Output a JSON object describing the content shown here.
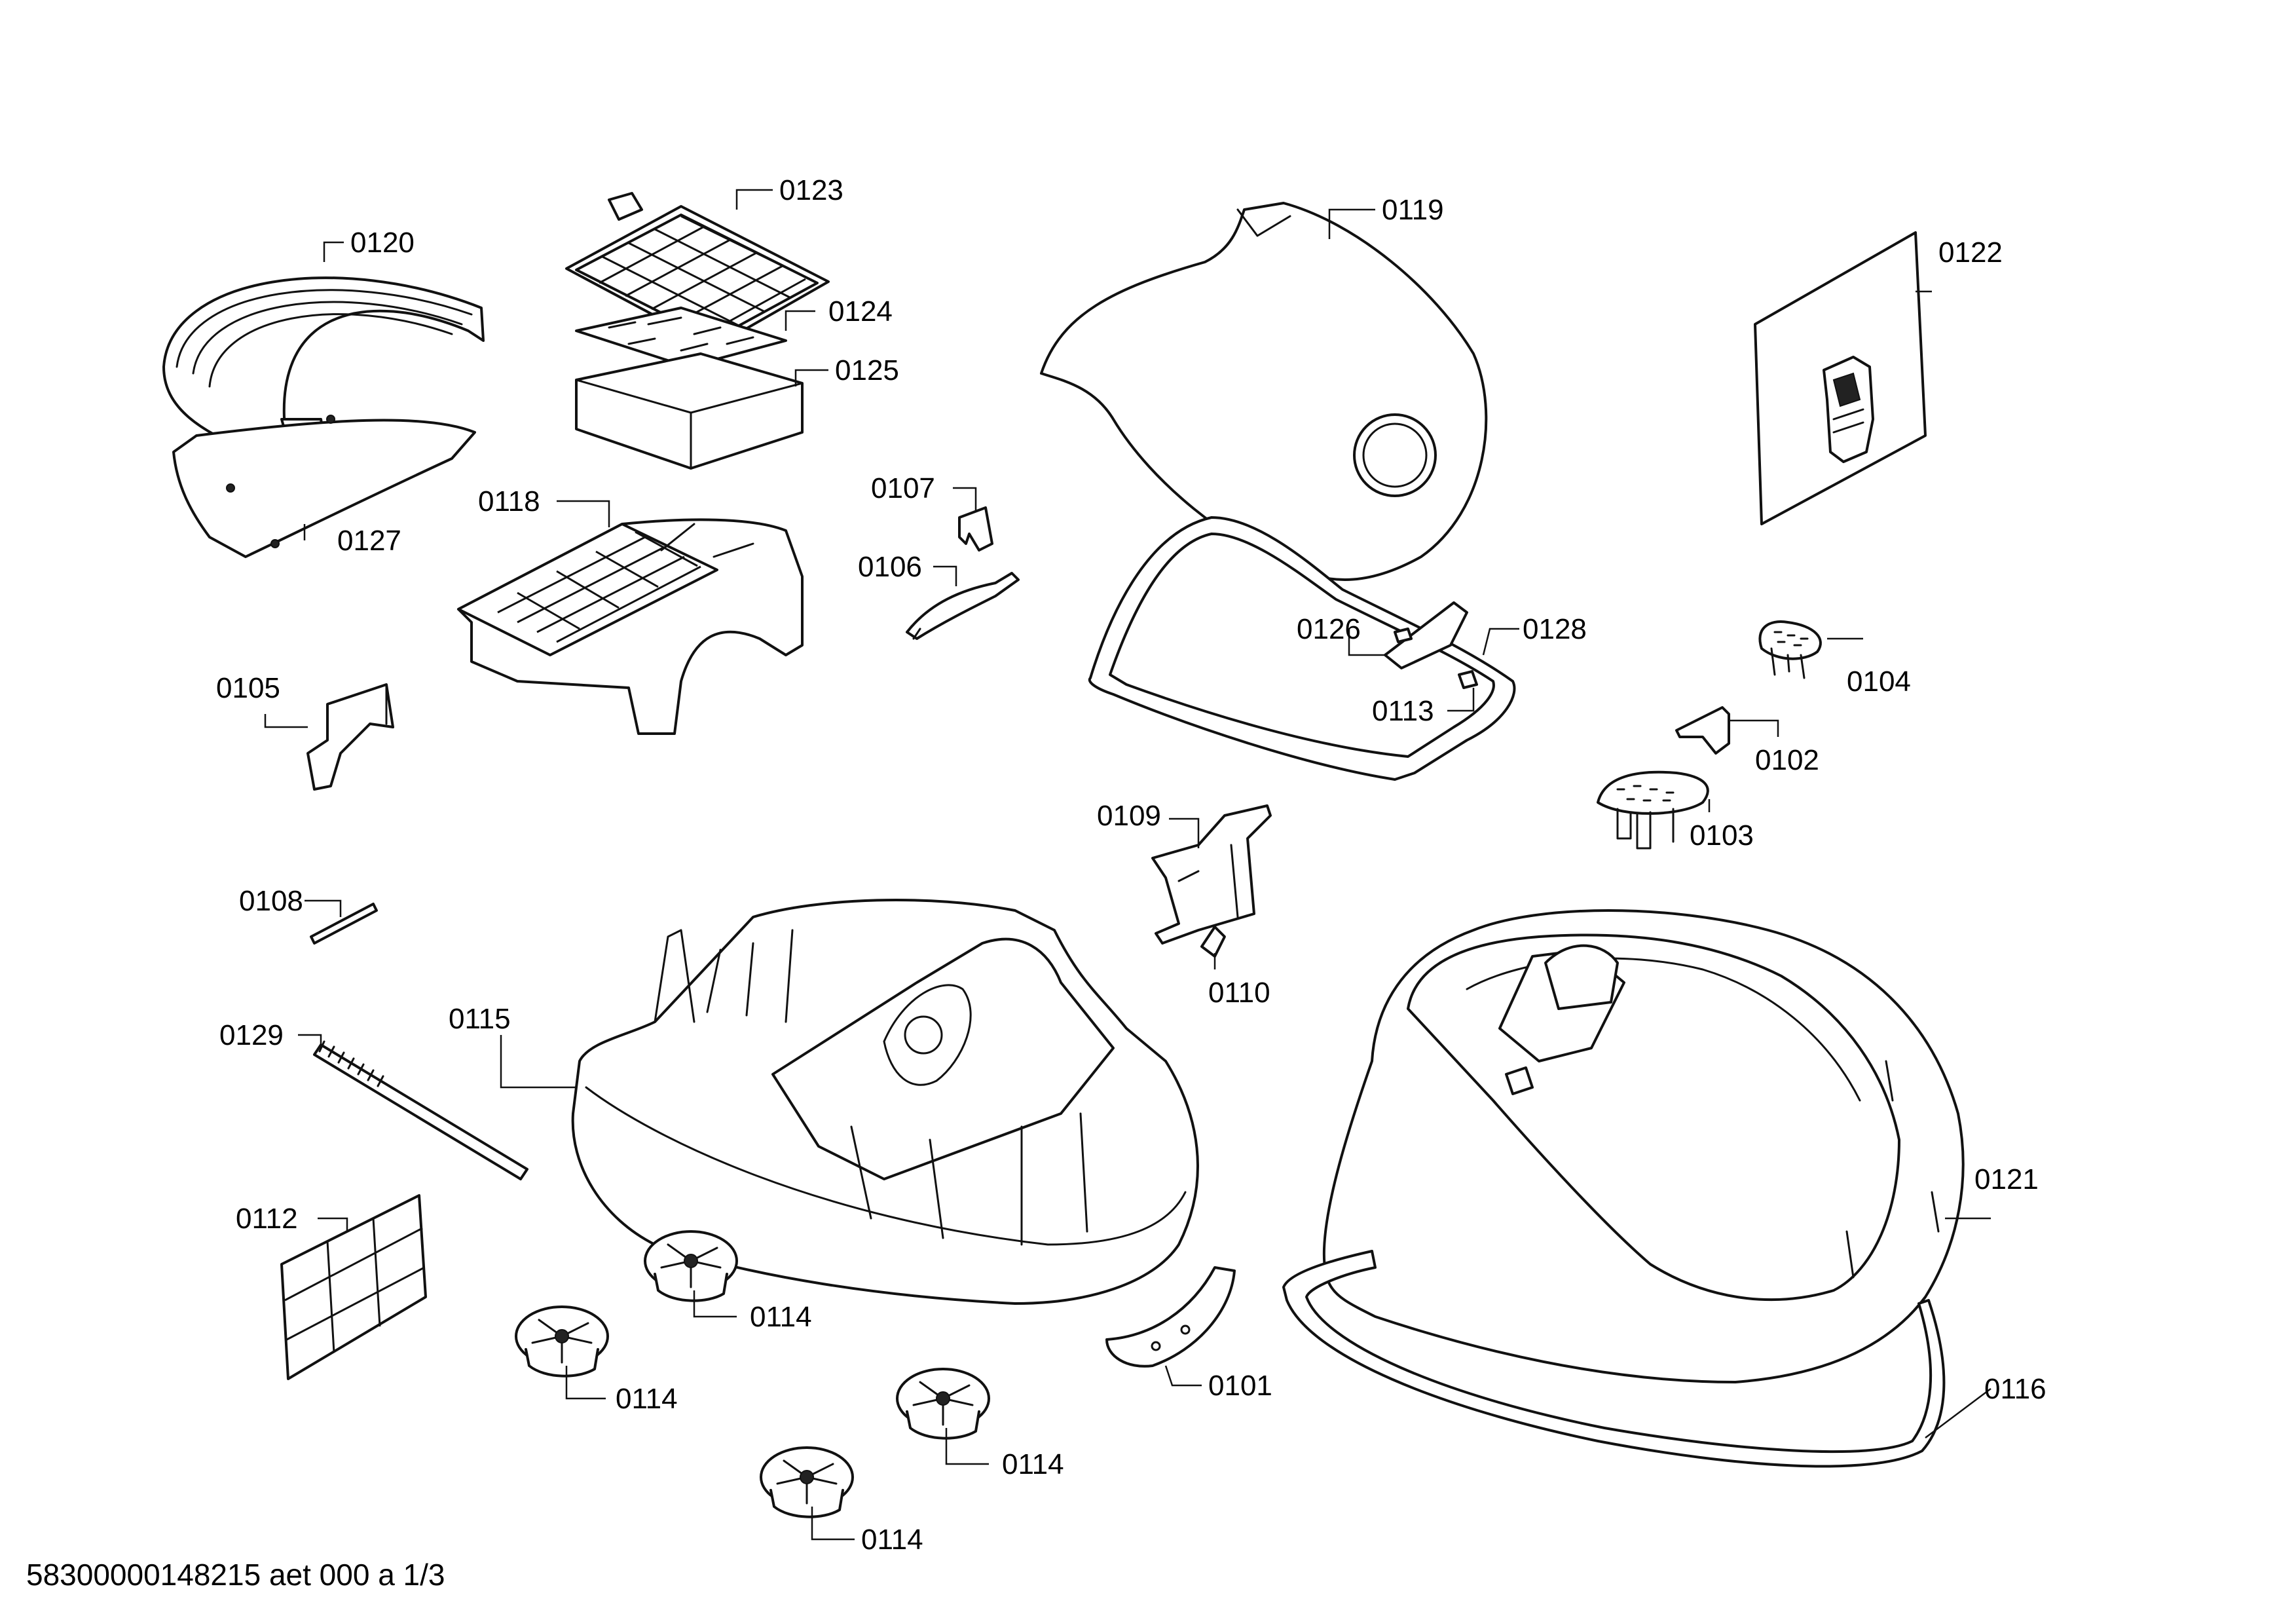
{
  "labels": {
    "p0101": "0101",
    "p0102": "0102",
    "p0103": "0103",
    "p0104": "0104",
    "p0105": "0105",
    "p0106": "0106",
    "p0107": "0107",
    "p0108": "0108",
    "p0109": "0109",
    "p0110": "0110",
    "p0112": "0112",
    "p0113": "0113",
    "p0114a": "0114",
    "p0114b": "0114",
    "p0114c": "0114",
    "p0114d": "0114",
    "p0115": "0115",
    "p0116": "0116",
    "p0118": "0118",
    "p0119": "0119",
    "p0120": "0120",
    "p0121": "0121",
    "p0122": "0122",
    "p0123": "0123",
    "p0124": "0124",
    "p0125": "0125",
    "p0126": "0126",
    "p0127": "0127",
    "p0128": "0128",
    "p0129": "0129"
  },
  "footer": {
    "doc_id": "58300000148215 aet 000 a 1/3"
  }
}
